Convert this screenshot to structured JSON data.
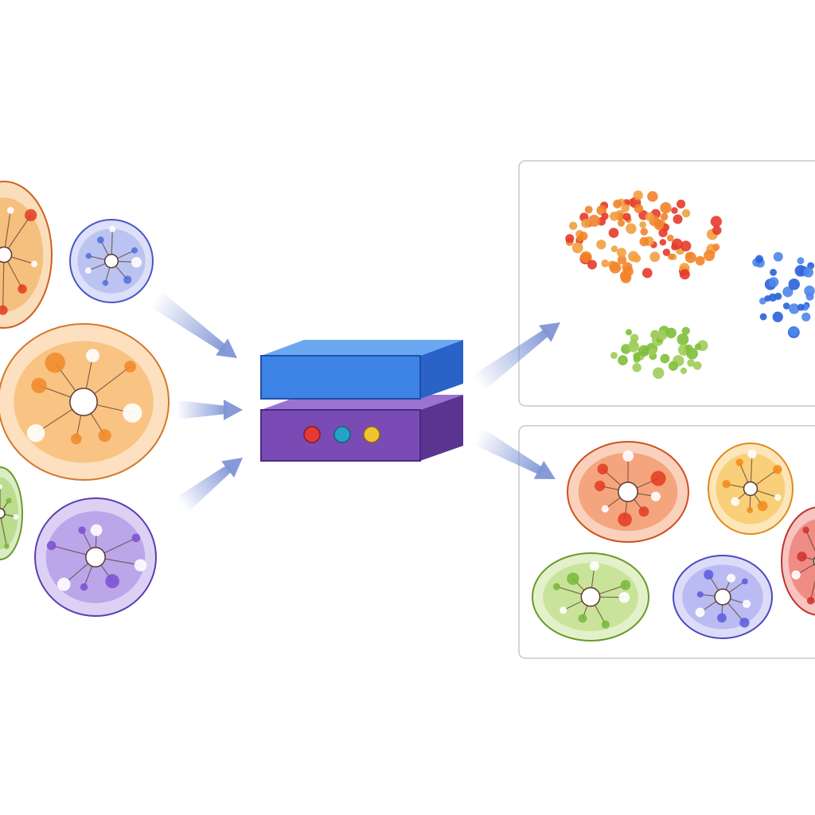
{
  "colors": {
    "background": "#ffffff",
    "panel_border": "#c8c8c8",
    "arrow": "#7f95d6",
    "device_top": "#3d83e6",
    "device_base": "#7a4bb5",
    "led_red": "#e53935",
    "led_teal": "#26a3c4",
    "led_yellow": "#f2c230"
  },
  "input_clusters": [
    {
      "name": "orange-red",
      "fill": "#f0a040",
      "edge": "#d06020",
      "accent": "#e23b1e"
    },
    {
      "name": "blue-small",
      "fill": "#9aa6ea",
      "edge": "#4a58c8",
      "accent": "#4f6fe0"
    },
    {
      "name": "orange",
      "fill": "#f5a548",
      "edge": "#d4782a",
      "accent": "#f08a2a"
    },
    {
      "name": "green",
      "fill": "#9ccc5a",
      "edge": "#6a9a2a",
      "accent": "#78b83a"
    },
    {
      "name": "purple",
      "fill": "#9a7be0",
      "edge": "#5a3fb0",
      "accent": "#7a4fd0"
    }
  ],
  "scatter_groups": [
    {
      "name": "red-orange",
      "colors": [
        "#e53a2a",
        "#f2842a",
        "#f0a040"
      ]
    },
    {
      "name": "blue",
      "colors": [
        "#2a62d8",
        "#4f86ea"
      ]
    },
    {
      "name": "green",
      "colors": [
        "#7fbf3a",
        "#a0cc5a"
      ]
    }
  ],
  "output_clusters": [
    {
      "name": "red-orange",
      "fill": "#f07a40",
      "edge": "#d0501e",
      "accent": "#e23b1e"
    },
    {
      "name": "yellow-orange",
      "fill": "#f7b83a",
      "edge": "#e08a1a",
      "accent": "#f08a1a"
    },
    {
      "name": "red",
      "fill": "#e8564a",
      "edge": "#c0302a",
      "accent": "#d0302a"
    },
    {
      "name": "green",
      "fill": "#b0d86a",
      "edge": "#6a9a2a",
      "accent": "#78b83a"
    },
    {
      "name": "blue-purple",
      "fill": "#9a9aee",
      "edge": "#4a4ac0",
      "accent": "#5a5ae0"
    }
  ]
}
